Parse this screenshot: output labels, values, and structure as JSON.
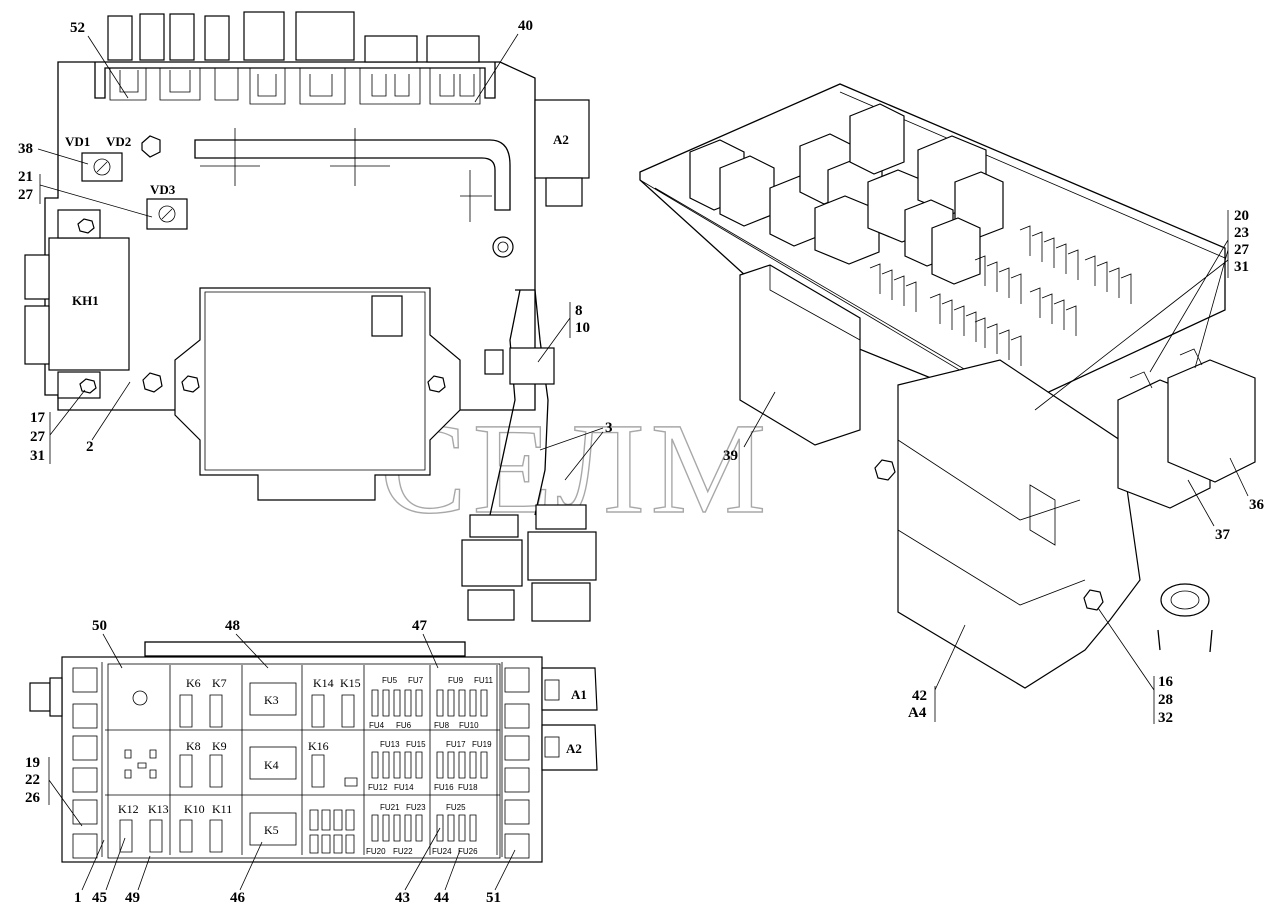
{
  "watermark": "СЕЛМ",
  "upper_view": {
    "components": {
      "a2": "A2",
      "kh1": "KH1",
      "vd1": "VD1",
      "vd2": "VD2",
      "vd3": "VD3"
    },
    "callouts": {
      "c52": "52",
      "c40": "40",
      "c38": "38",
      "c21_27": [
        "21",
        "27"
      ],
      "c8_10": [
        "8",
        "10"
      ],
      "c3": "3",
      "c17_27_31": [
        "17",
        "27",
        "31"
      ],
      "c2": "2"
    }
  },
  "iso_view": {
    "callouts": {
      "c20_23_27_31": [
        "20",
        "23",
        "27",
        "31"
      ],
      "c39": "39",
      "c36": "36",
      "c37": "37",
      "c42_a4": [
        "42",
        "A4"
      ],
      "c16_28_32": [
        "16",
        "28",
        "32"
      ]
    }
  },
  "lower_view": {
    "connectors": {
      "a1": "A1",
      "a2": "A2"
    },
    "relays": {
      "k6": "K6",
      "k7": "K7",
      "k3": "K3",
      "k14": "K14",
      "k15": "K15",
      "k8": "K8",
      "k9": "K9",
      "k4": "K4",
      "k16": "K16",
      "k12": "K12",
      "k13": "K13",
      "k10": "K10",
      "k11": "K11",
      "k5": "K5"
    },
    "fuses": {
      "fu5": "FU5",
      "fu7": "FU7",
      "fu9": "FU9",
      "fu11": "FU11",
      "fu4": "FU4",
      "fu6": "FU6",
      "fu8": "FU8",
      "fu10": "FU10",
      "fu13": "FU13",
      "fu15": "FU15",
      "fu17": "FU17",
      "fu19": "FU19",
      "fu12": "FU12",
      "fu14": "FU14",
      "fu16": "FU16",
      "fu18": "FU18",
      "fu21": "FU21",
      "fu23": "FU23",
      "fu25": "FU25",
      "fu20": "FU20",
      "fu22": "FU22",
      "fu24": "FU24",
      "fu26": "FU26"
    },
    "callouts": {
      "c50": "50",
      "c48": "48",
      "c47": "47",
      "c19_22_26": [
        "19",
        "22",
        "26"
      ],
      "c1": "1",
      "c45": "45",
      "c49": "49",
      "c46": "46",
      "c43": "43",
      "c44": "44",
      "c51": "51"
    }
  }
}
